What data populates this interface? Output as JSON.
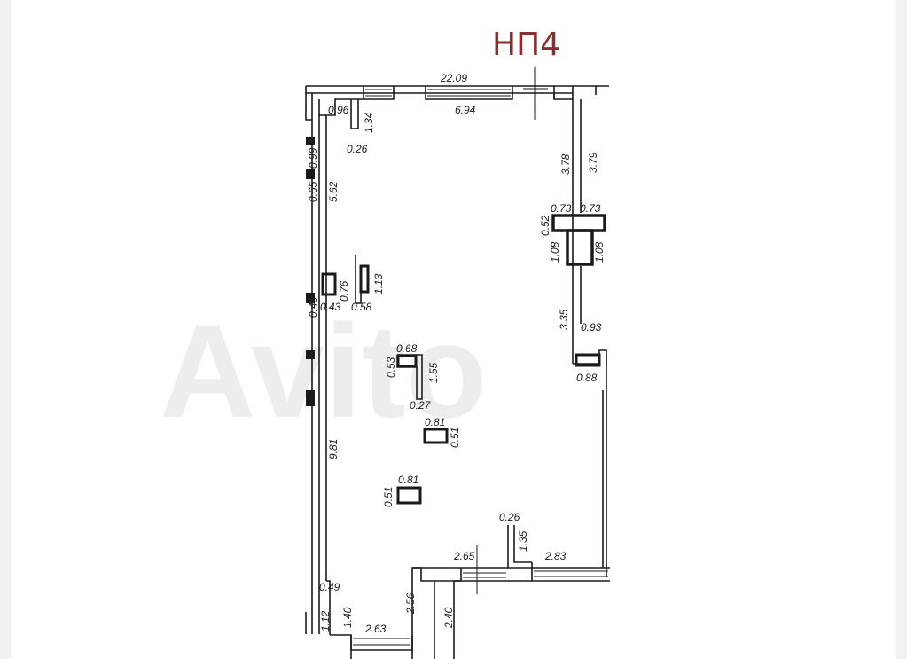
{
  "title": "НП4",
  "watermark": "Avito",
  "dimensions": {
    "top_total": "22.09",
    "top_window": "6.94",
    "nw_096": "0.96",
    "nw_134": "1.34",
    "nw_026": "0.26",
    "left_099": "0.99",
    "left_065": "0.65",
    "left_562": "5.62",
    "col_076": "0.76",
    "col_113": "1.13",
    "col_043": "0.43",
    "col_058": "0.58",
    "left_040": "0.40",
    "right_378": "3.78",
    "right_379": "3.79",
    "tcol_073a": "0.73",
    "tcol_073b": "0.73",
    "tcol_052": "0.52",
    "tcol_108a": "1.08",
    "tcol_108b": "1.08",
    "right_335": "3.35",
    "right_093": "0.93",
    "right_088": "0.88",
    "mid_068": "0.68",
    "mid_053": "0.53",
    "mid_155": "1.55",
    "mid_027": "0.27",
    "p1_081": "0.81",
    "p1_051": "0.51",
    "p2_081": "0.81",
    "p2_051": "0.51",
    "left_981": "9.81",
    "bot_026": "0.26",
    "bot_135": "1.35",
    "bot_283": "2.83",
    "bot_265": "2.65",
    "bot_049": "0.49",
    "bot_256": "2.56",
    "bot_112": "1.12",
    "bot_140": "1.40",
    "bot_263": "2.63",
    "bot_240": "2.40"
  }
}
